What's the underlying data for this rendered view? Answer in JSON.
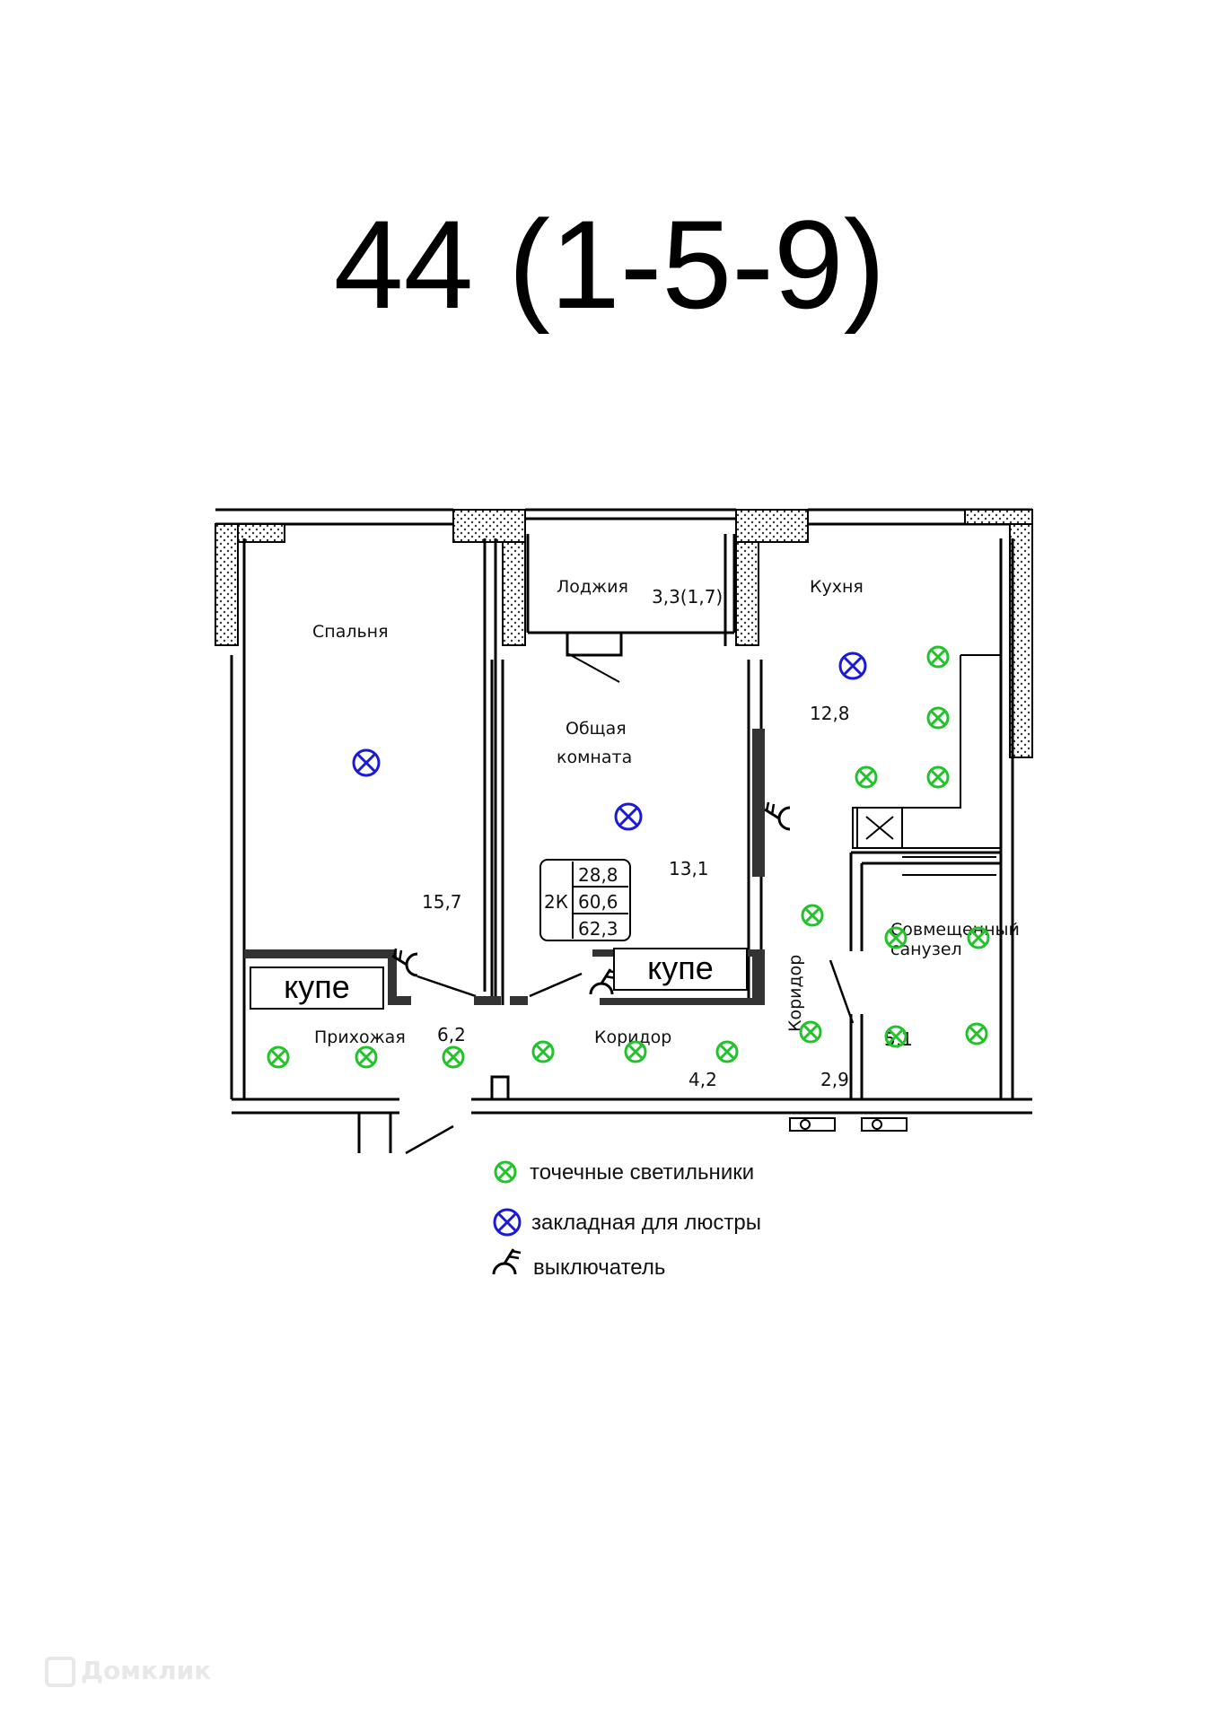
{
  "title": "44 (1-5-9)",
  "rooms": {
    "bedroom": {
      "label": "Спальня",
      "area": "15,7"
    },
    "loggia": {
      "label": "Лоджия",
      "area": "3,3(1,7)"
    },
    "kitchen": {
      "label": "Кухня",
      "area": "12,8"
    },
    "living": {
      "label_line1": "Общая",
      "label_line2": "комната",
      "area": "13,1"
    },
    "hall": {
      "label": "Прихожая",
      "area": "6,2"
    },
    "corridor": {
      "label": "Коридор",
      "area": "4,2"
    },
    "corridor2": {
      "label": "Коридор",
      "area": "2,9"
    },
    "bathroom": {
      "label_line1": "Совмещенный",
      "label_line2": "санузел",
      "area": "5,1"
    }
  },
  "apartment_box": {
    "type": "2К",
    "living_area": "28,8",
    "total_area": "60,6",
    "total_with_loggia": "62,3"
  },
  "kupe_label": "купе",
  "legend": {
    "spot": "точечные светильники",
    "chandelier": "закладная для люстры",
    "switch": "выключатель"
  },
  "colors": {
    "spot": "#22c22a",
    "chandelier": "#1a1ad6",
    "wall": "#000000"
  },
  "watermark": "Домклик"
}
